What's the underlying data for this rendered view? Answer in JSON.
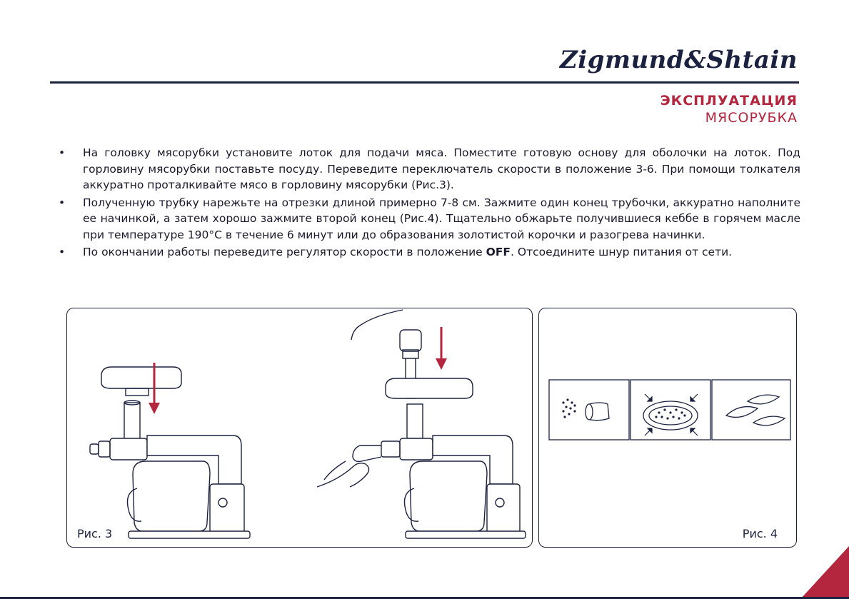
{
  "brand": {
    "name": "Zigmund&Shtain"
  },
  "section": {
    "title": "ЭКСПЛУАТАЦИЯ",
    "subtitle": "МЯСОРУБКА"
  },
  "bullets": [
    {
      "text": "На головку мясорубки установите лоток для подачи мяса. Поместите готовую основу для оболочки на лоток. Под горловину мясорубки поставьте посуду. Переведите переключатель скорости в положение 3-6. При помощи толкателя аккуратно проталкивайте мясо в горловину мясорубки (Рис.3)."
    },
    {
      "text": "Полученную трубку нарежьте на отрезки длиной примерно 7-8 см. Зажмите один конец трубочки, аккуратно наполните ее начинкой, а затем хорошо зажмите второй конец (Рис.4). Тщательно обжарьте получившиеся кеббе в горячем масле при температуре 190°С в течение 6 минут или до образования золотистой корочки и разогрева начинки."
    },
    {
      "text_before": "По окончании работы переведите регулятор скорости в положение ",
      "bold": "OFF",
      "text_after": ". Отсоедините шнур питания от сети."
    }
  ],
  "figures": {
    "fig3": {
      "label": "Рис. 3"
    },
    "fig4": {
      "label": "Рис. 4"
    }
  },
  "colors": {
    "brand": "#1b2240",
    "accent": "#b3263e"
  }
}
